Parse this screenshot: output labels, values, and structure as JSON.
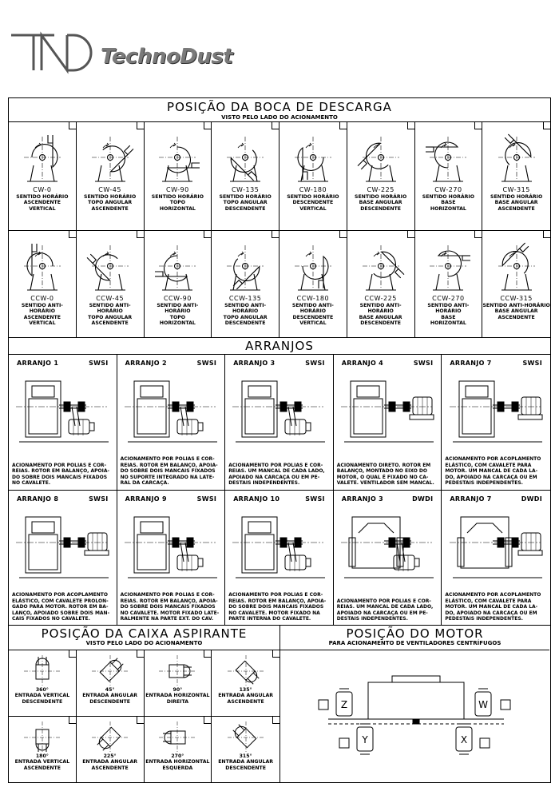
{
  "brand": {
    "name": "TechnoDust",
    "logo": "TD"
  },
  "discharge": {
    "title": "POSIÇÃO DA BOCA DE DESCARGA",
    "subtitle": "VISTO PELO LADO DO ACIONAMENTO",
    "cw": [
      {
        "code": "CW-0",
        "l1": "SENTIDO HORÁRIO",
        "l2": "ASCENDENTE",
        "l3": "VERTICAL",
        "angle": 0
      },
      {
        "code": "CW-45",
        "l1": "SENTIDO HORÁRIO",
        "l2": "TOPO ANGULAR",
        "l3": "ASCENDENTE",
        "angle": 45
      },
      {
        "code": "CW-90",
        "l1": "SENTIDO HORÁRIO",
        "l2": "TOPO",
        "l3": "HORIZONTAL",
        "angle": 90
      },
      {
        "code": "CW-135",
        "l1": "SENTIDO HORÁRIO",
        "l2": "TOPO ANGULAR",
        "l3": "DESCENDENTE",
        "angle": 135
      },
      {
        "code": "CW-180",
        "l1": "SENTIDO HORÁRIO",
        "l2": "DESCENDENTE",
        "l3": "VERTICAL",
        "angle": 180
      },
      {
        "code": "CW-225",
        "l1": "SENTIDO HORÁRIO",
        "l2": "BASE ANGULAR",
        "l3": "DESCENDENTE",
        "angle": 225
      },
      {
        "code": "CW-270",
        "l1": "SENTIDO HORÁRIO",
        "l2": "BASE",
        "l3": "HORIZONTAL",
        "angle": 270
      },
      {
        "code": "CW-315",
        "l1": "SENTIDO HORÁRIO",
        "l2": "BASE ANGULAR",
        "l3": "ASCENDENTE",
        "angle": 315
      }
    ],
    "ccw": [
      {
        "code": "CCW-0",
        "l1": "SENTIDO ANTI-HORÁRIO",
        "l2": "ASCENDENTE",
        "l3": "VERTICAL",
        "angle": 0
      },
      {
        "code": "CCW-45",
        "l1": "SENTIDO ANTI-HORÁRIO",
        "l2": "TOPO ANGULAR",
        "l3": "ASCENDENTE",
        "angle": 45
      },
      {
        "code": "CCW-90",
        "l1": "SENTIDO ANTI-HORÁRIO",
        "l2": "TOPO",
        "l3": "HORIZONTAL",
        "angle": 90
      },
      {
        "code": "CCW-135",
        "l1": "SENTIDO ANTI-HORÁRIO",
        "l2": "TOPO ANGULAR",
        "l3": "DESCENDENTE",
        "angle": 135
      },
      {
        "code": "CCW-180",
        "l1": "SENTIDO ANTI-HORÁRIO",
        "l2": "DESCENDENTE",
        "l3": "VERTICAL",
        "angle": 180
      },
      {
        "code": "CCW-225",
        "l1": "SENTIDO ANTI-HORÁRIO",
        "l2": "BASE ANGULAR",
        "l3": "DESCENDENTE",
        "angle": 225
      },
      {
        "code": "CCW-270",
        "l1": "SENTIDO ANTI-HORÁRIO",
        "l2": "BASE",
        "l3": "HORIZONTAL",
        "angle": 270
      },
      {
        "code": "CCW-315",
        "l1": "SENTIDO ANTI-HORÁRIO",
        "l2": "BASE ANGULAR",
        "l3": "ASCENDENTE",
        "angle": 315
      }
    ]
  },
  "arrangements": {
    "title": "ARRANJOS",
    "items": [
      {
        "name": "ARRANJO 1",
        "type": "SWSI",
        "desc": "ACIONAMENTO POR POLIAS E COR- REIAS. ROTOR EM BALANÇO, APOIA- DO SOBRE DOIS MANCAIS FIXADOS NO CAVALETE."
      },
      {
        "name": "ARRANJO 2",
        "type": "SWSI",
        "desc": "ACIONAMENTO POR POLIAS E COR- REIAS. ROTOR EM BALANÇO, APOIA- DO SOBRE DOIS MANCAIS FIXADOS NO SUPORTE INTEGRADO NA LATE- RAL DA CARCAÇA."
      },
      {
        "name": "ARRANJO 3",
        "type": "SWSI",
        "desc": "ACIONAMENTO POR POLIAS E COR- REIAS. UM MANCAL DE CADA LADO, APOIADO NA CARCAÇA OU EM PE- DESTAIS INDEPENDENTES."
      },
      {
        "name": "ARRANJO 4",
        "type": "SWSI",
        "desc": "ACIONAMENTO DIRETO. ROTOR EM BALANÇO, MONTADO NO EIXO DO MOTOR, O QUAL É FIXADO NO CA- VALETE. VENTILADOR SEM MANCAL."
      },
      {
        "name": "ARRANJO 7",
        "type": "SWSI",
        "desc": "ACIONAMENTO POR ACOPLAMENTO ELÁSTICO, COM CAVALETE PARA MOTOR. UM MANCAL DE CADA LA- DO, APOIADO NA CARCAÇA OU EM PEDESTAIS INDEPENDENTES."
      },
      {
        "name": "ARRANJO 8",
        "type": "SWSI",
        "desc": "ACIONAMENTO POR ACOPLAMENTO ELÁSTICO, COM CAVALETE PROLON- GADO PARA MOTOR. ROTOR EM BA- LANÇO, APOIADO SOBRE DOIS MAN- CAIS FIXADOS NO CAVALETE."
      },
      {
        "name": "ARRANJO 9",
        "type": "SWSI",
        "desc": "ACIONAMENTO POR POLIAS E COR- REIAS. ROTOR EM BALANÇO, APOIA- DO SOBRE DOIS MANCAIS FIXADOS NO CAVALETE. MOTOR FIXADO LATE- RALMENTE NA PARTE EXT. DO CAV."
      },
      {
        "name": "ARRANJO 10",
        "type": "SWSI",
        "desc": "ACIONAMENTO POR POLIAS E COR- REIAS. ROTOR EM BALANÇO, APOIA- DO SOBRE DOIS MANCAIS FIXADOS NO CAVALETE. MOTOR FIXADO NA PARTE INTERNA DO CAVALETE."
      },
      {
        "name": "ARRANJO 3",
        "type": "DWDI",
        "desc": "ACIONAMENTO POR POLIAS E COR- REIAS. UM MANCAL DE CADA LADO, APOIADO NA CARCAÇA OU EM PE- DESTAIS INDEPENDENTES."
      },
      {
        "name": "ARRANJO 7",
        "type": "DWDI",
        "desc": "ACIONAMENTO POR ACOPLAMENTO ELÁSTICO, COM CAVALETE PARA MOTOR. UM MANCAL DE CADA LA- DO, APOIADO NA CARCAÇA OU EM PEDESTAIS INDEPENDENTES."
      }
    ]
  },
  "inlet": {
    "title": "POSIÇÃO DA CAIXA ASPIRANTE",
    "subtitle": "VISTO PELO LADO DO ACIONAMENTO",
    "items": [
      {
        "deg": "360°",
        "l1": "ENTRADA VERTICAL",
        "l2": "DESCENDENTE",
        "angle": 0
      },
      {
        "deg": "45°",
        "l1": "ENTRADA ANGULAR",
        "l2": "DESCENDENTE",
        "angle": 45
      },
      {
        "deg": "90°",
        "l1": "ENTRADA HORIZONTAL",
        "l2": "DIREITA",
        "angle": 90
      },
      {
        "deg": "135°",
        "l1": "ENTRADA ANGULAR",
        "l2": "ASCENDENTE",
        "angle": 135
      },
      {
        "deg": "180°",
        "l1": "ENTRADA VERTICAL",
        "l2": "ASCENDENTE",
        "angle": 180
      },
      {
        "deg": "225°",
        "l1": "ENTRADA ANGULAR",
        "l2": "ASCENDENTE",
        "angle": 225
      },
      {
        "deg": "270°",
        "l1": "ENTRADA HORIZONTAL",
        "l2": "ESQUERDA",
        "angle": 270
      },
      {
        "deg": "315°",
        "l1": "ENTRADA ANGULAR",
        "l2": "DESCENDENTE",
        "angle": 315
      }
    ]
  },
  "motor": {
    "title": "POSIÇÃO DO MOTOR",
    "subtitle": "PARA ACIONAMENTO DE VENTILADORES CENTRÍFUGOS",
    "labels": [
      "Z",
      "W",
      "Y",
      "X"
    ]
  }
}
